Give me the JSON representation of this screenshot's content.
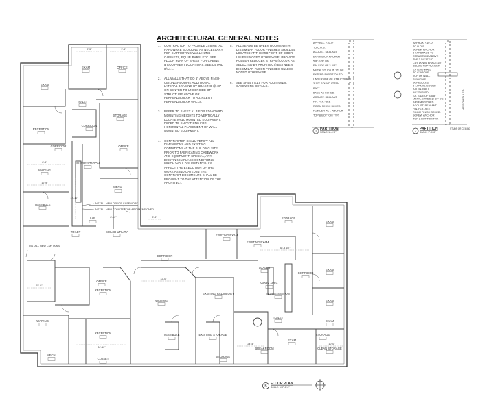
{
  "notes": {
    "title": "ARCHITECTURAL GENERAL NOTES",
    "items": [
      {
        "num": "1.",
        "text": "Contractor to provide 2x6 metal hardware blocking as necessary for supporting wall hung cabinets, equip. bars, etc. See floor plan of sheet for cabinet & equipment locations. See detail 8/A4.1."
      },
      {
        "num": "2.",
        "text": "All walls that go 6\" above finish ceiling require additional lateral bracing by bracing @ 48\" on center to underside of structure above or perpendicular to adjacent perpendicular walls."
      },
      {
        "num": "3.",
        "text": "Refer to sheet A1.4 for standard mounting heights to vertically locate wall mounted equipment. Refer to elevations for horizontal placement of wall mounted equipment."
      },
      {
        "num": "4.",
        "text": "Contractor shall verify all dimensions and existing conditions at the building site prior to fabricating casework and equipment. Special, any existing in-place conditions which would substantially affect the execution of the work as indicated in the contract documents shall be brought to the attention of the architect."
      },
      {
        "num": "5.",
        "text": "All seams between rooms with dissimilar floor finishes shall be located at the midpoint of door unless noted otherwise. Provide rubber reducer strips (color as selected by architect) between dissimilar floor finishes unless noted otherwise."
      },
      {
        "num": "6.",
        "text": "See sheet A1.5 for additional casework details."
      }
    ]
  },
  "details": [
    {
      "num": "1",
      "title": "PARTITION",
      "scale": "SCALE: 1\"=1'-0\"",
      "callouts": [
        "APPROX. +10'-0\"",
        "TO U.O.S.",
        "ACOUST. SEALANT",
        "EXPANSION ANCHOR",
        "5/8\" GYP. BD.",
        "EA. SIDE OF 3-5/8\"",
        "METAL STUDS @ 16\" OC.",
        "EXTEND PARTITION TO",
        "UNDERSIDE OF STRUCTURE",
        "3-1/2\" SOUND ATTEN.",
        "BATT",
        "BASE AS SCHED.",
        "ACOUST. SEALANT",
        "FIN. FLR.-SEE",
        "ROOM FINISH SCHED.",
        "POWDER ACT. ANCHOR",
        "TOP & BOTTOM TYP."
      ]
    },
    {
      "num": "2",
      "title": "PARTITION",
      "scale": "SCALE: 1\"=1'-0\"",
      "callouts": [
        "APPROX. +10'-0\"",
        "TO U.O.S.",
        "SCREW ANCHOR",
        "3-5/8\" BRACE TO",
        "STRUCTURE ABOVE",
        "THE 3-5/8\" STUD",
        "CUT DOWN BRACE 1/2\"",
        "BELOW TOP RUNNER",
        "EXTEND WALL",
        "TO 6\" ABOVE",
        "TOP OF WALL",
        "SIDING AS",
        "SCHEDULED",
        "3-1/2\" MIN. SOUND",
        "ATTEN. BATT",
        "5/8\" GYP. BD.",
        "EA. SIDE OF 3-5/8\"",
        "METAL STUDS @ 16\" OC.",
        "BASE AS SCHED.",
        "ACOUST. SEALANT",
        "FIN. FLR.-SEE",
        "ROOM FINISH SCHED.",
        "SCREW ANCHOR",
        "TOP & BOTTOM TYP."
      ],
      "side_note": "AS SCHEDULED",
      "bottom_note": "STUDS OR CEILING"
    }
  ],
  "plan": {
    "title": "FLOOR PLAN",
    "scale": "SCALE: 1/4\"=1'-0\"",
    "marker": "B",
    "callouts": [
      "INSTALL NEW OFFICE CASEWORK",
      "INSTALL NEW COUNTERTOP AS DIMENSIONED",
      "INSTALL NEW CURTAINS"
    ],
    "rooms": [
      "EXAM",
      "OFFICE",
      "EXAM",
      "TOILET",
      "CORRIDOR",
      "STORAGE",
      "RECEPTION",
      "CORRIDOR",
      "OFFICE",
      "WAITING",
      "NURSE STATION",
      "MECH.",
      "VESTIBULE",
      "LAB",
      "TOILET",
      "SOILED UTILITY",
      "CORRIDOR",
      "EXISTING EXAM",
      "EXISTING EXAM",
      "STORAGE",
      "EXAM",
      "EXAM",
      "EXAM",
      "RECEPTION",
      "WAITING",
      "OFFICE",
      "MECH.",
      "RECEPTION",
      "CLOSET",
      "WAITING",
      "EXISTING RADIOLOGY",
      "VESTIBULE",
      "EXISTING STORAGE",
      "STORAGE",
      "SCALES",
      "WORK AREA",
      "NURSE STATION",
      "CORRIDOR",
      "EXAM",
      "TOILET",
      "STORAGE",
      "BREAKROOM",
      "EXAM",
      "CLEAN STORAGE"
    ],
    "dimensions": [
      "9'-5\"",
      "9'-5\"",
      "8'-5\"",
      "12'-9\"",
      "12'-10\"",
      "8'-10\"",
      "15'-0\"",
      "12'-0\"",
      "34'-10\"",
      "38'-3 1/2\"",
      "24'-4\"",
      "10'-0\"",
      "3'-3\""
    ]
  }
}
